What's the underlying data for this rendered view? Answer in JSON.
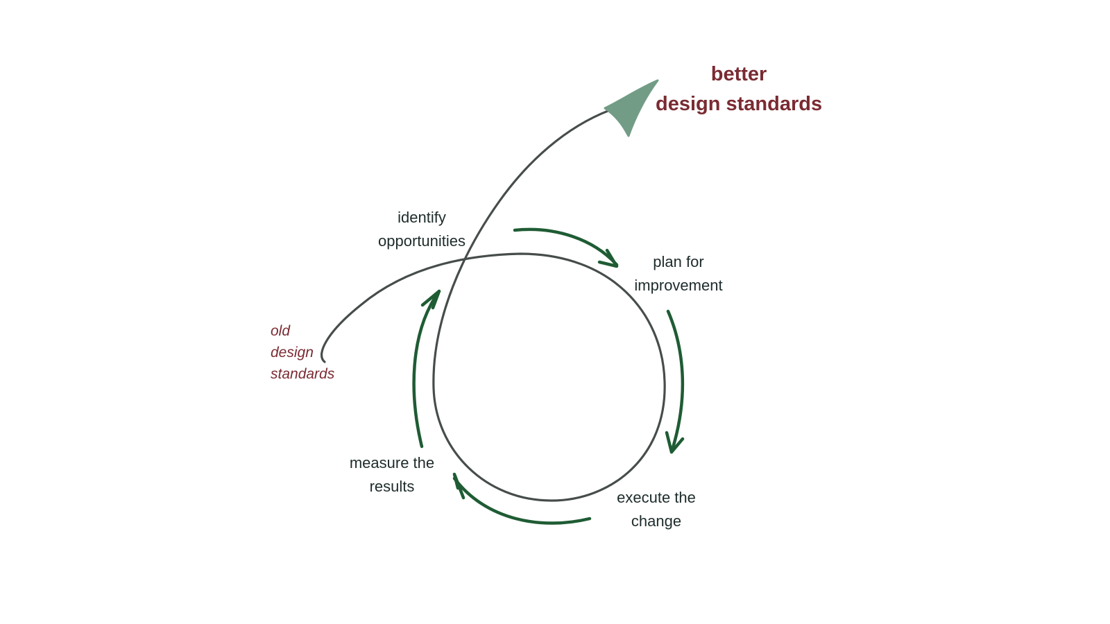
{
  "diagram": {
    "goal": {
      "line1": "better",
      "line2": "design standards",
      "color": "#7a2b32"
    },
    "origin": {
      "line1": "old",
      "line2": "design",
      "line3": "standards",
      "color": "#7a2b32"
    },
    "steps": [
      {
        "line1": "identify",
        "line2": "opportunities"
      },
      {
        "line1": "plan for",
        "line2": "improvement"
      },
      {
        "line1": "execute the",
        "line2": "change"
      },
      {
        "line1": "measure the",
        "line2": "results"
      }
    ],
    "colors": {
      "cycle_arrows": "#1f5c34",
      "spiral_line": "#464d4a",
      "goal_arrowhead": "#729c86",
      "step_text": "#1e2b2b"
    }
  }
}
